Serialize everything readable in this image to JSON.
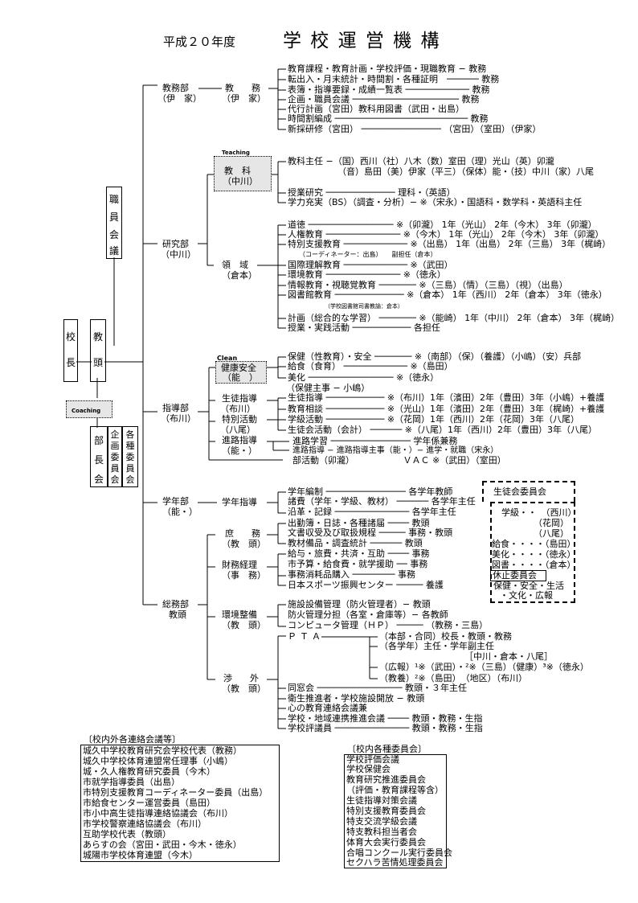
{
  "title": {
    "year": "平成２０年度",
    "main": "学 校 運 営 機 構"
  },
  "left": {
    "kocho": [
      "校",
      "長"
    ],
    "kyoto": [
      "教",
      "頭"
    ],
    "shokuin": [
      "職",
      "員",
      "会",
      "議"
    ],
    "coaching": "Coaching",
    "bucho": [
      "部",
      "長",
      "会"
    ],
    "kikaku": [
      "企",
      "画",
      "委",
      "員",
      "会"
    ],
    "kakushu": [
      "各",
      "種",
      "委",
      "員",
      "会"
    ]
  },
  "kyomu": {
    "dept": "教務部",
    "dept_sub": "（伊　家）",
    "mid": "教　　務",
    "mid_sub": "（伊　家）",
    "items": [
      "教育課程・教育計画・学校評価・現職教育 − 教務",
      "転出入・月末統計・時間割・各種証明　────── 教務",
      "表簿・指導要録・成績一覧表 ──────────── 教務",
      "企画・職員会議 ──────────────────── 教務",
      "代行計画（宮田）教科用図書（武田・出島）",
      "時間割編成 ───────────────────────── 教務",
      "新採研修（宮田） ─────────────── （宮田）（室田）（伊家）"
    ]
  },
  "kenkyu": {
    "dept": "研究部",
    "dept_sub": "（中川）",
    "teaching": "Teaching",
    "kyoka": "教　科",
    "kyoka_sub": "（中川）",
    "kyoka_items": [
      "教科主任 −（国）西川（社）八木（数）室田（理）光山（英）卯瀧",
      "（音）島田（美）伊家（平三）（保体）能・（技）中川（家）八尾",
      "授業研究 ───────────── 理科・（英語）",
      "学力充実（BS）（調査・分析）− ※（宋永）・国語科・数学科・英語科主任"
    ],
    "ryoiki": "領　域",
    "ryoiki_sub": "（倉本）",
    "ryoiki_items": [
      "道徳 ──────────────── ※（卯瀧） 1年（光山） 2年（今木） 3年（卯瀧）",
      "人権教育 ────────────── ※（今木） 1年（光山） 2年（今木） 3年（卯瀧）",
      "特別支援教育 ──────────── ※（出島） 1年（出島） 2年（三島） 3年（梶崎）",
      "（コーディネーター：出島）　　副担任（倉本）",
      "国際理解教育 ──────────── ※（武田）",
      "環境教育 ────────────── ※（徳永）",
      "情報教育・視聴覚教育 ─────── ※（三島）（情）（三島）（視）（出島）",
      "図書館教育 ───────────── ※（倉本） 1年（西川） 2年（倉本） 3年（徳永）",
      "（学校図書館司書教諭：倉本）",
      "計画（総合的な学習） ─────── ※（能崎） 1年（中川） 2年（倉本） 3年（梶崎）",
      "授業・実践活動 ─────────── 各担任"
    ]
  },
  "shido": {
    "dept": "指導部",
    "dept_sub": "（布川）",
    "clean": "Clean",
    "kenko": "健康安全",
    "kenko_sub": "（能　）",
    "kenko_items": [
      "保健（性教育）・安全 ─────── ※（南部）（保）（養護）（小嶋）（安）兵部",
      "給食（食育） ──────────── ※（島田）",
      "美化 ──────────────── ※（徳永）",
      "（保健主事 − 小嶋）"
    ],
    "seito": "生徒指導",
    "seito_sub": "（布川）",
    "tokkatsu": "特別活動",
    "tokkatsu_sub": "（八尾）",
    "shinro": "進路指導",
    "shinro_sub": "（能・）",
    "seito_items": [
      "生徒指導 ─────────── ※（布川）1年（濱田）2年（豊田）3年（小嶋）+養護",
      "教育相談 ─────────── ※（光山）1年（濱田）2年（豊田）3年（梶崎）+養護",
      "学級活動 ─────────── ※（花岡）1年（西川）2年（花岡）3年（八尾）",
      "生徒会活動（会計） ────── ※（八尾）1年（西川）2年（豊田）3年（八尾）",
      "進路学習 ─────────────── 学年係兼務",
      "進路指導 − 進路指導主事（能・）− 進学・就職（宋永）",
      "部活動（卯瀧）　　　　　　ＶＡＣ ※（武田）（室田）"
    ]
  },
  "gakunen": {
    "dept": "学年部",
    "dept_sub": "（能・）",
    "mid": "学年指導",
    "items": [
      "学年編制 ─────────────── 各学年教師",
      "諸費（学年・学級、教材） ────── 各学年主任",
      "沿革・記録 ────────────── 各学年主任"
    ]
  },
  "somu": {
    "dept": "総務部",
    "dept_sub": "教頭",
    "shomu": "庶　　務",
    "shomu_sub": "（教　頭）",
    "shomu_items": [
      "出勤簿・日誌・各種諸届 ──── 教頭",
      "文書収受及び取扱規程 ───── 事務・教頭",
      "教材備品・調査統計 ────── 教頭"
    ],
    "zaimu": "財務経理",
    "zaimu_sub": "（事　務）",
    "zaimu_items": [
      "給与・旅費・共済・互助 ──── 事務",
      "市予算・給食費・就学援助 ── 事務",
      "事務消耗品購入 ──────── 事務",
      "日本スポーツ振興センター ───── 養護"
    ],
    "kankyo": "環境整備",
    "kankyo_sub": "（教　頭）",
    "kankyo_items": [
      "施設設備管理（防火管理者）− 教頭",
      "防火管理分担（各室・倉庫等）− 各教師",
      "コンピュータ管理（ＨＰ） ───── （教務・三島）"
    ],
    "shogai": "渉　　外",
    "shogai_sub": "（教　頭）",
    "pta": "ＰＴＡ",
    "pta_items": [
      "（本部・合同）校長・教頭・教務",
      "（各学年）主任・学年副主任",
      "［中川・倉本・八尾］",
      "（広報）¹※（武田）・²※（三島）（健康）³※（徳永）",
      "（教養）²※（島田）　（地区）（布川）"
    ],
    "shogai_items": [
      "同窓会 ──────────────── 教頭・３年主任",
      "衛生推進者・学校施設開放 − 教頭",
      "心の教育連絡会議兼",
      "学校・地域連携推進会議 ──── 教頭・教務・生指",
      "学校評議員 ────────────── 教頭・教務・生指"
    ]
  },
  "seitokai": {
    "title": "生徒会委員会",
    "items": [
      "学級・・　（西川）",
      "（花岡）",
      "（八尾）",
      "給食・・・・（島田）",
      "美化・・・・（徳永）",
      "図書・・・・（倉本）",
      "休止委員会",
      "保健・安全・生活",
      "・文化・広報"
    ]
  },
  "renraku": {
    "title": "〔校内外各連絡会議等〕",
    "items": [
      "城久中学校教育研究会学校代表（教務）",
      "城久中学校体育連盟常任理事（小嶋）",
      "城・久人権教育研究委員（今木）",
      "市就学指導委員（出島）",
      "市特別支援教育コーディネーター委員（出島）",
      "市給食センター運営委員（島田）",
      "市小中高生徒指導連絡協議会（布川）",
      "市学校警察連絡協議会（布川）",
      "互助学校代表（教頭）",
      "あらすの会（宮田・武田・今木・徳永）",
      "城陽市学校体育連盟（今木）"
    ]
  },
  "iinkai": {
    "title": "〔校内各種委員会〕",
    "items": [
      "学校評価会議",
      "学校保健会",
      "教育研究推進委員会",
      "（評価・教育課程等含）",
      "生徒指導対策会議",
      "特別支援教育委員会",
      "特支交流学級会議",
      "特支教科担当者会",
      "体育大会実行委員会",
      "合唱コンクール実行委員会",
      "セクハラ苦情処理委員会"
    ]
  }
}
